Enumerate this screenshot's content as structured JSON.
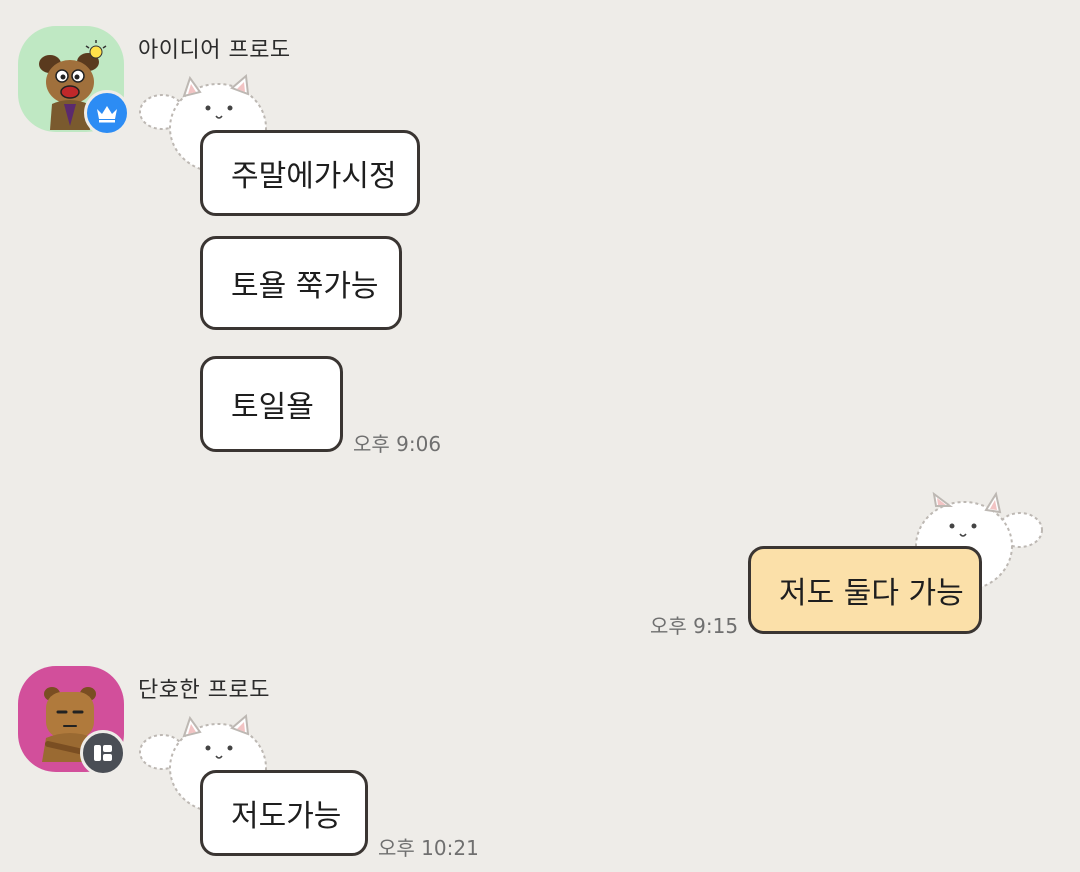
{
  "conversation": {
    "senders": [
      {
        "name": "아이디어 프로도",
        "avatar_bg": "#bfe8c3",
        "badge_icon": "crown-icon",
        "badge_color": "#2c8cf4"
      },
      {
        "name": "단호한 프로도",
        "avatar_bg": "#d24f9b",
        "badge_icon": "profile-card-icon",
        "badge_color": "#4a4e55"
      }
    ],
    "messages": [
      {
        "sender": 0,
        "text": "주말에가시정"
      },
      {
        "sender": 0,
        "text": "토욜 쭉가능"
      },
      {
        "sender": 0,
        "text": "토일욜",
        "time": "오후 9:06"
      },
      {
        "sender": "me",
        "text": "저도 둘다 가능",
        "time": "오후 9:15"
      },
      {
        "sender": 1,
        "text": "저도가능",
        "time": "오후 10:21"
      }
    ]
  },
  "colors": {
    "background": "#eeece8",
    "bubble_other": "#ffffff",
    "bubble_mine": "#fbe0a9",
    "bubble_border": "#3a3532"
  }
}
